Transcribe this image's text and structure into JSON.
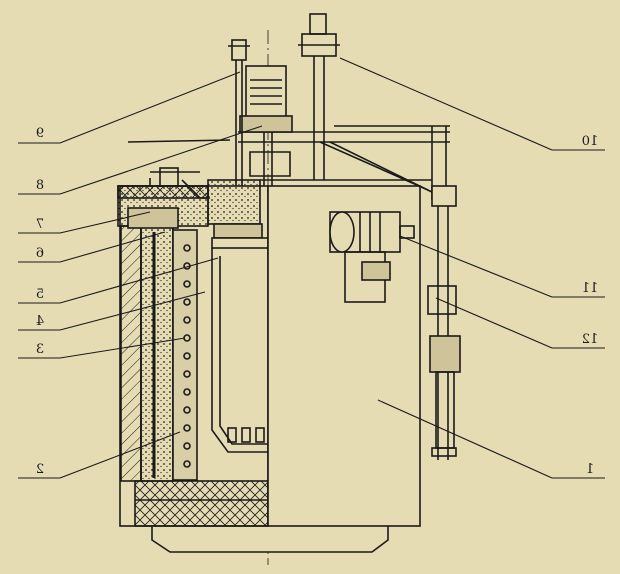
{
  "diagram": {
    "type": "technical-cross-section",
    "colors": {
      "paper": "#e6dcb4",
      "ink": "#1a1a1a",
      "insulation": "#cfc39a",
      "firebrick": "#b9ad86"
    },
    "callouts": [
      {
        "id": "1",
        "text": "1"
      },
      {
        "id": "2",
        "text": "2"
      },
      {
        "id": "3",
        "text": "3"
      },
      {
        "id": "4",
        "text": "4"
      },
      {
        "id": "5",
        "text": "5"
      },
      {
        "id": "6",
        "text": "6"
      },
      {
        "id": "7",
        "text": "7"
      },
      {
        "id": "8",
        "text": "8"
      },
      {
        "id": "9",
        "text": "9"
      },
      {
        "id": "10",
        "text": "10"
      },
      {
        "id": "11",
        "text": "11"
      },
      {
        "id": "12",
        "text": "12"
      }
    ]
  }
}
